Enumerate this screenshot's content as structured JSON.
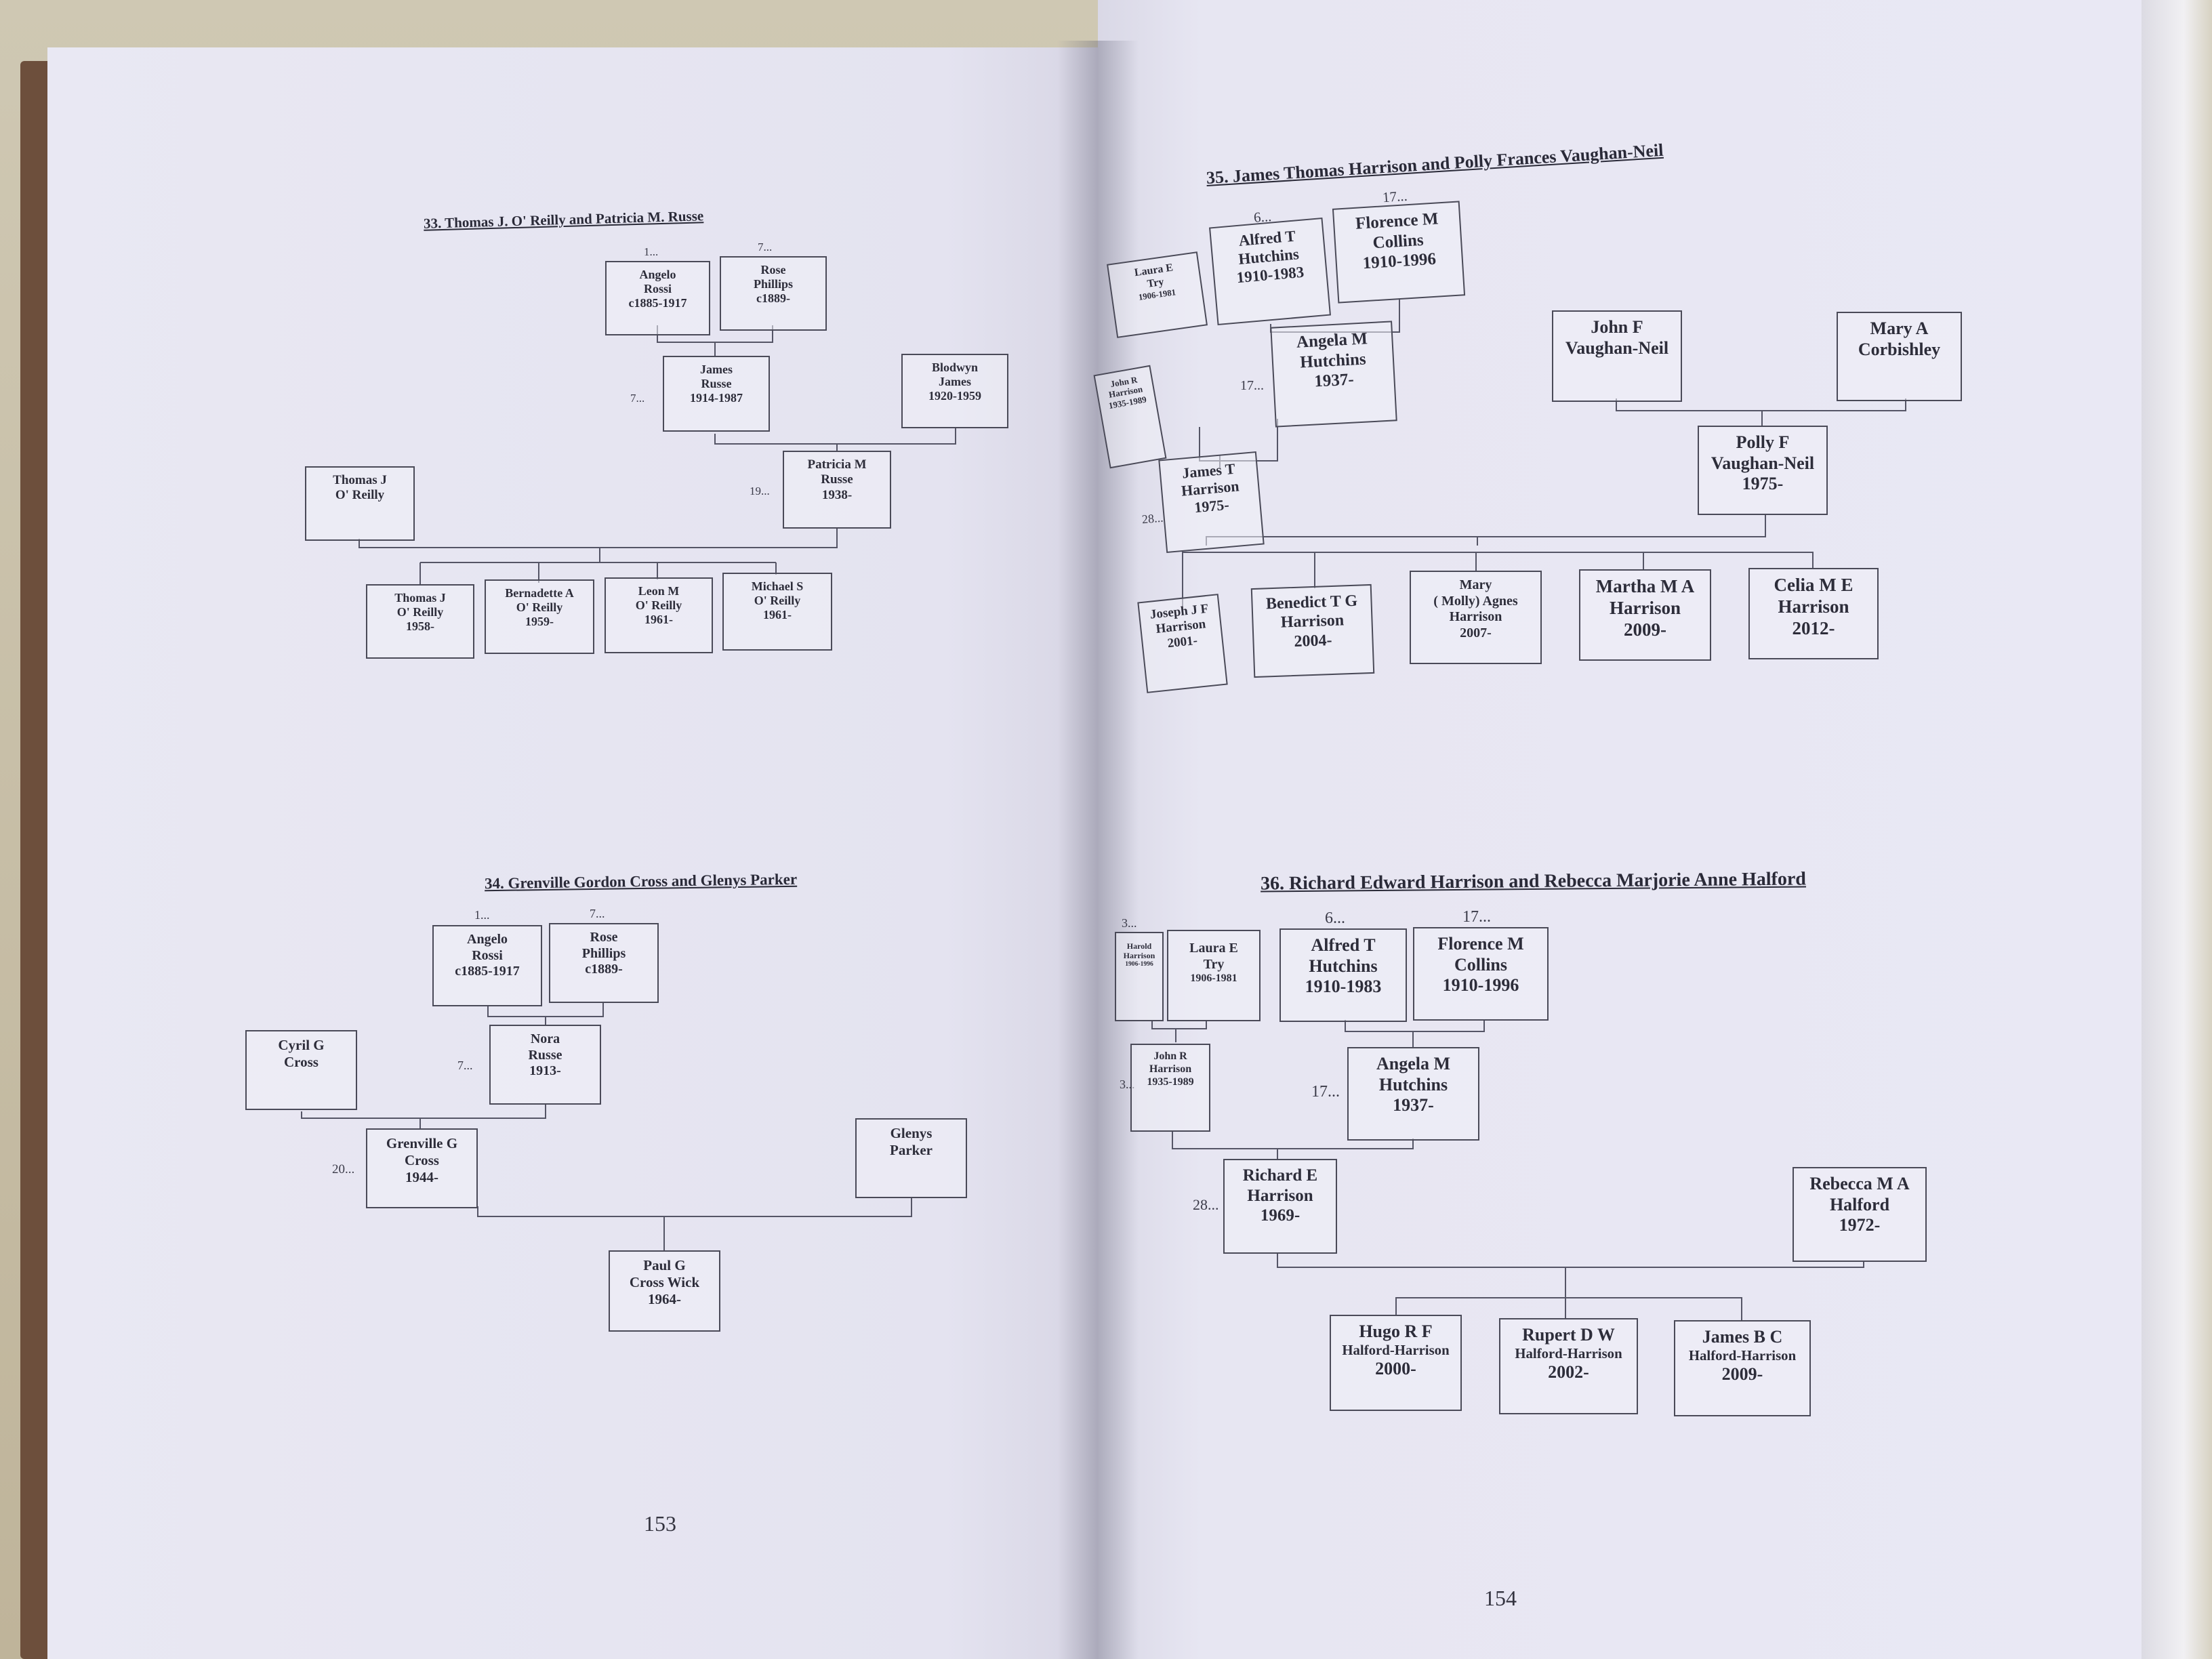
{
  "pages": {
    "left_number": "153",
    "right_number": "154"
  },
  "trees": [
    {
      "title": "33. Thomas J. O' Reilly and Patricia M. Russe",
      "refs": [
        "1...",
        "7...",
        "7...",
        "19..."
      ],
      "people": [
        {
          "lines": [
            "Angelo",
            "Rossi",
            "c1885-1917"
          ]
        },
        {
          "lines": [
            "Rose",
            "Phillips",
            "c1889-"
          ]
        },
        {
          "lines": [
            "James",
            "Russe",
            "1914-1987"
          ]
        },
        {
          "lines": [
            "Blodwyn",
            "James",
            "1920-1959"
          ]
        },
        {
          "lines": [
            "Thomas J",
            "O' Reilly"
          ]
        },
        {
          "lines": [
            "Patricia M",
            "Russe",
            "1938-"
          ]
        },
        {
          "lines": [
            "Thomas J",
            "O' Reilly",
            "1958-"
          ]
        },
        {
          "lines": [
            "Bernadette A",
            "O' Reilly",
            "1959-"
          ]
        },
        {
          "lines": [
            "Leon M",
            "O' Reilly",
            "1961-"
          ]
        },
        {
          "lines": [
            "Michael S",
            "O' Reilly",
            "1961-"
          ]
        }
      ]
    },
    {
      "title": "34. Grenville Gordon Cross and Glenys Parker",
      "refs": [
        "1...",
        "7...",
        "7...",
        "20..."
      ],
      "people": [
        {
          "lines": [
            "Angelo",
            "Rossi",
            "c1885-1917"
          ]
        },
        {
          "lines": [
            "Rose",
            "Phillips",
            "c1889-"
          ]
        },
        {
          "lines": [
            "Cyril G",
            "Cross"
          ]
        },
        {
          "lines": [
            "Nora",
            "Russe",
            "1913-"
          ]
        },
        {
          "lines": [
            "Grenville G",
            "Cross",
            "1944-"
          ]
        },
        {
          "lines": [
            "Glenys",
            "Parker"
          ]
        },
        {
          "lines": [
            "Paul G",
            "Cross Wick",
            "1964-"
          ]
        }
      ]
    },
    {
      "title": "35. James Thomas Harrison and Polly Frances Vaughan-Neil",
      "refs": [
        "6...",
        "17...",
        "17...",
        "28..."
      ],
      "people": [
        {
          "lines": [
            "Laura E",
            "Try",
            "1906-1981"
          ]
        },
        {
          "lines": [
            "Alfred T",
            "Hutchins",
            "1910-1983"
          ]
        },
        {
          "lines": [
            "Florence M",
            "Collins",
            "1910-1996"
          ]
        },
        {
          "lines": [
            "John R",
            "Harrison",
            "1935-1989"
          ]
        },
        {
          "lines": [
            "Angela M",
            "Hutchins",
            "1937-"
          ]
        },
        {
          "lines": [
            "John F",
            "Vaughan-Neil"
          ]
        },
        {
          "lines": [
            "Mary A",
            "Corbishley"
          ]
        },
        {
          "lines": [
            "James T",
            "Harrison",
            "1975-"
          ]
        },
        {
          "lines": [
            "Polly F",
            "Vaughan-Neil",
            "1975-"
          ]
        },
        {
          "lines": [
            "Joseph J F",
            "Harrison",
            "2001-"
          ]
        },
        {
          "lines": [
            "Benedict T G",
            "Harrison",
            "2004-"
          ]
        },
        {
          "lines": [
            "Mary",
            "( Molly) Agnes",
            "Harrison",
            "2007-"
          ]
        },
        {
          "lines": [
            "Martha M A",
            "Harrison",
            "2009-"
          ]
        },
        {
          "lines": [
            "Celia M E",
            "Harrison",
            "2012-"
          ]
        }
      ]
    },
    {
      "title": "36. Richard Edward Harrison and Rebecca Marjorie Anne Halford",
      "refs": [
        "3...",
        "6...",
        "17...",
        "3...",
        "17...",
        "28..."
      ],
      "people": [
        {
          "lines": [
            "Harold",
            "Harrison",
            "1906-1996"
          ]
        },
        {
          "lines": [
            "Laura E",
            "Try",
            "1906-1981"
          ]
        },
        {
          "lines": [
            "Alfred T",
            "Hutchins",
            "1910-1983"
          ]
        },
        {
          "lines": [
            "Florence M",
            "Collins",
            "1910-1996"
          ]
        },
        {
          "lines": [
            "John R",
            "Harrison",
            "1935-1989"
          ]
        },
        {
          "lines": [
            "Angela M",
            "Hutchins",
            "1937-"
          ]
        },
        {
          "lines": [
            "Richard E",
            "Harrison",
            "1969-"
          ]
        },
        {
          "lines": [
            "Rebecca M A",
            "Halford",
            "1972-"
          ]
        },
        {
          "lines": [
            "Hugo R F",
            "Halford-Harrison",
            "2000-"
          ]
        },
        {
          "lines": [
            "Rupert D W",
            "Halford-Harrison",
            "2002-"
          ]
        },
        {
          "lines": [
            "James B C",
            "Halford-Harrison",
            "2009-"
          ]
        }
      ]
    }
  ]
}
